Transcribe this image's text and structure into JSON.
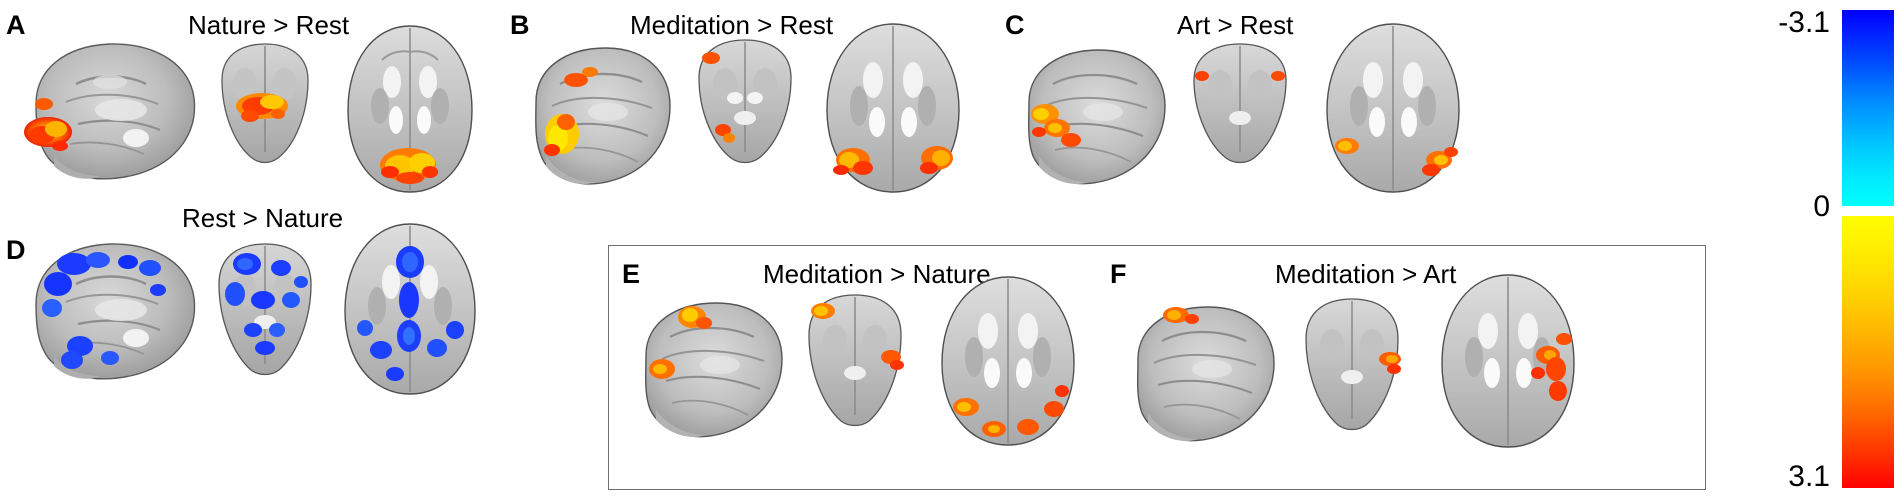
{
  "figure": {
    "kind": "fmri-contrast-maps",
    "background": "#ffffff"
  },
  "panels": [
    {
      "letter": "A",
      "title": "Nature > Rest",
      "direction": "positive",
      "views": [
        "sagittal",
        "coronal",
        "axial"
      ]
    },
    {
      "letter": "B",
      "title": "Meditation > Rest",
      "direction": "positive",
      "views": [
        "sagittal",
        "coronal",
        "axial"
      ]
    },
    {
      "letter": "C",
      "title": "Art > Rest",
      "direction": "positive",
      "views": [
        "sagittal",
        "coronal",
        "axial"
      ]
    },
    {
      "letter": "D",
      "title": "Rest > Nature",
      "direction": "negative",
      "views": [
        "sagittal",
        "coronal",
        "axial"
      ]
    },
    {
      "letter": "E",
      "title": "Meditation > Nature",
      "direction": "positive",
      "views": [
        "sagittal",
        "coronal",
        "axial"
      ]
    },
    {
      "letter": "F",
      "title": "Meditation > Art",
      "direction": "positive",
      "views": [
        "sagittal",
        "coronal",
        "axial"
      ]
    }
  ],
  "group_box": {
    "contains": [
      "E",
      "F"
    ],
    "border_color": "#6f6f6f"
  },
  "colorbar": {
    "top_label": "-3.1",
    "middle_label": "0",
    "bottom_label": "3.1",
    "negative_top_color": "#0000ff",
    "negative_bottom_color": "#00ffff",
    "positive_top_color": "#ffff00",
    "positive_bottom_color": "#ff0000",
    "unit": "z"
  }
}
